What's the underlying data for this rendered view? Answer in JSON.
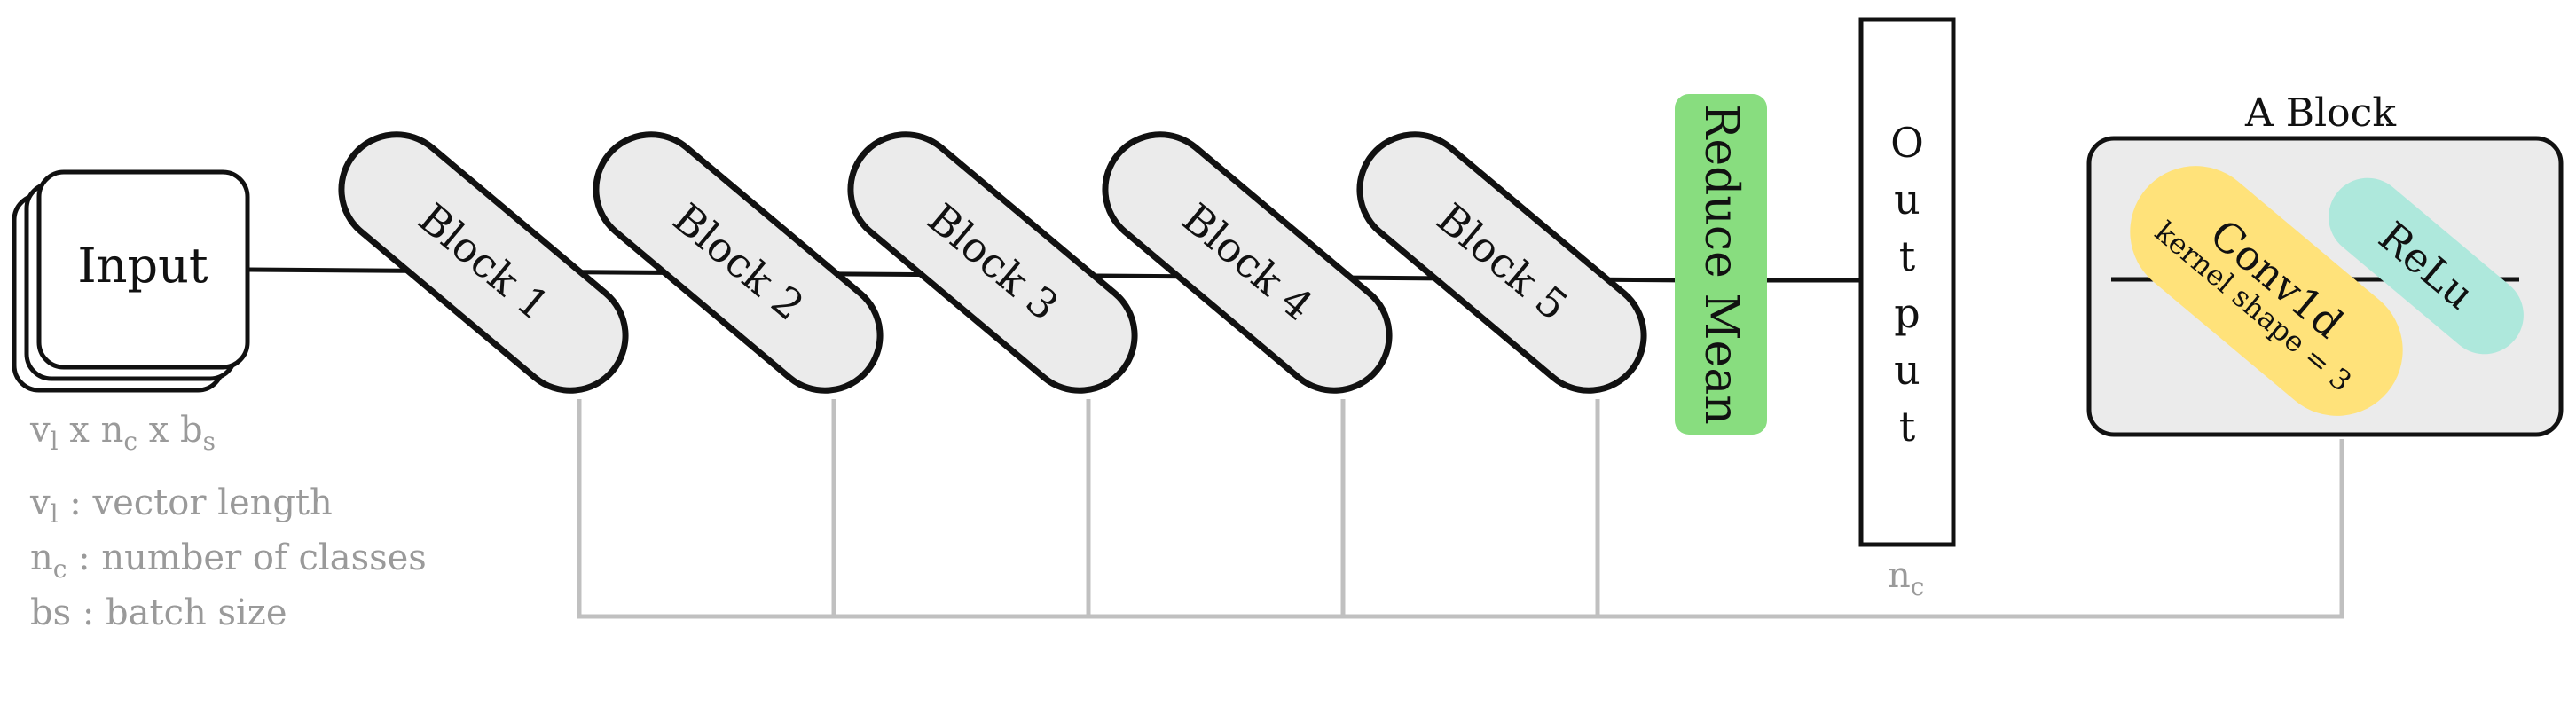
{
  "input": {
    "label": "Input",
    "shape_caption": [
      "v",
      "l",
      " x n",
      "c",
      " x b",
      "s"
    ]
  },
  "legend": [
    {
      "symbol": "v",
      "sub": "l",
      "text": " : vector length"
    },
    {
      "symbol": "n",
      "sub": "c",
      "text": " : number of classes"
    },
    {
      "symbol": "bs",
      "sub": "",
      "text": " : batch size"
    }
  ],
  "blocks": [
    "Block 1",
    "Block 2",
    "Block 3",
    "Block 4",
    "Block 5"
  ],
  "reduce": {
    "label": "Reduce Mean",
    "color": "#88dd7f"
  },
  "output": {
    "letters": [
      "O",
      "u",
      "t",
      "p",
      "u",
      "t"
    ],
    "caption_symbol": "n",
    "caption_sub": "c"
  },
  "detail": {
    "title": "A Block",
    "conv_label": "Conv1d",
    "conv_sub": "kernel shape = 3",
    "conv_color": "#ffe27a",
    "relu_label": "ReLu",
    "relu_color": "#aee8dc",
    "box_fill": "#ebebeb"
  },
  "colors": {
    "block_fill": "#ebebeb",
    "connector": "#c0c0c0",
    "stroke": "#111111"
  }
}
